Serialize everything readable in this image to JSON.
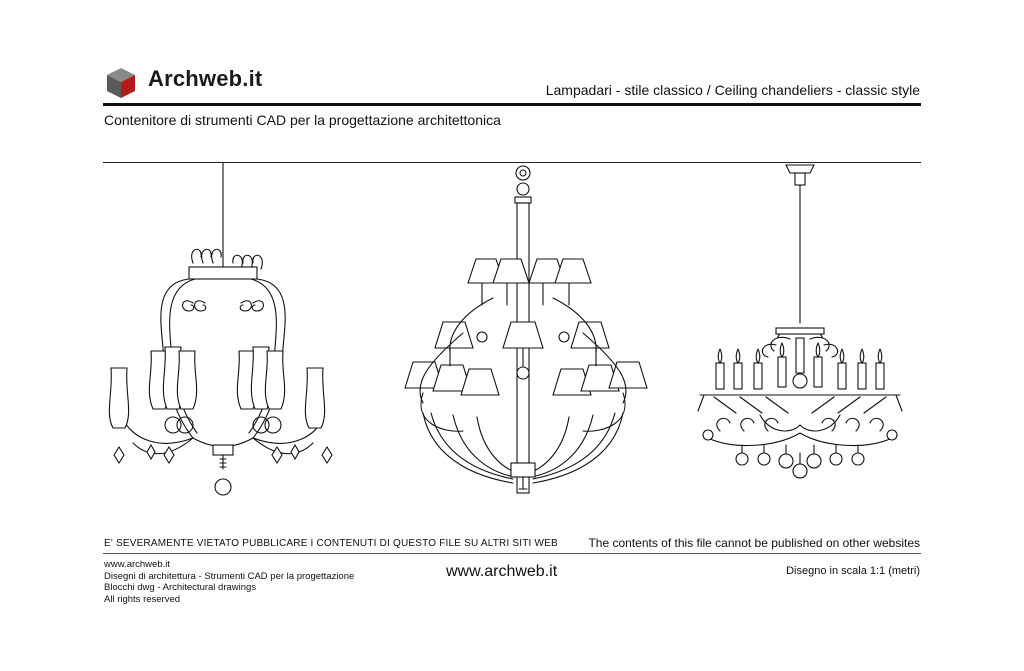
{
  "header": {
    "brand": "Archweb.it",
    "title": "Lampadari - stile classico  /  Ceiling chandeliers - classic style",
    "subtitle": "Contenitore di strumenti CAD per la progettazione architettonica",
    "logo_colors": {
      "top": "#8a8a8a",
      "left": "#5a5a5a",
      "right": "#b01c1c"
    }
  },
  "notices": {
    "italian": "E' SEVERAMENTE VIETATO PUBBLICARE I CONTENUTI DI QUESTO FILE SU ALTRI SITI WEB",
    "english": "The contents of this file cannot be published on other websites"
  },
  "footer": {
    "lines": [
      "www.archweb.it",
      "Disegni di architettura - Strumenti CAD  per la progettazione",
      "Blocchi dwg - Architectural drawings",
      "All rights reserved"
    ],
    "site": "www.archweb.it",
    "scale": "Disegno in scala 1:1 (metri)"
  }
}
